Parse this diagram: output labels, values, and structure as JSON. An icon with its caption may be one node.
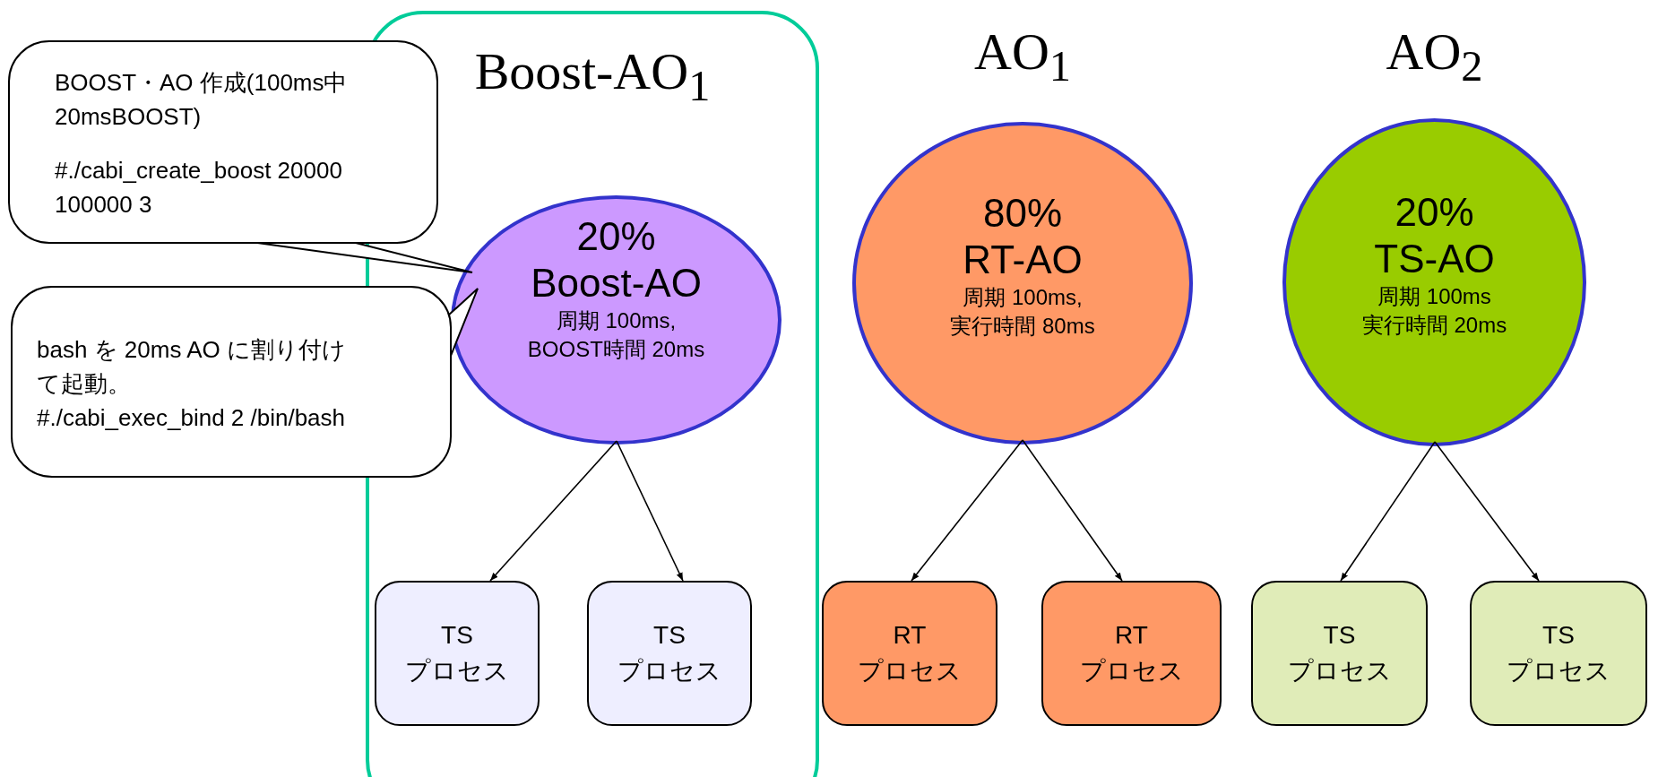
{
  "diagram": {
    "nodes": [
      {
        "text": [
          "Boost-AO$_{1}$"
        ]
      },
      {
        "text": [
          "BOOST・AO 作成(100ms中 20msBOOST)",
          "#./cabi_create_boost 20000 100000 3"
        ]
      },
      {
        "text": [
          "bash を 20ms AO に割り付けて起動。",
          "#./cabi_exec_bind 2 /bin/bash"
        ]
      },
      {
        "text": [
          "20%",
          "Boost-AO",
          "周期 100ms, BOOST時間 20ms"
        ],
        "in": 0
      },
      {
        "text": [
          "TS",
          "プロセス"
        ],
        "in": 0
      },
      {
        "text": [
          "TS",
          "プロセス"
        ],
        "in": 0
      },
      {
        "text": [
          "80%",
          "RT-AO",
          "周期 100ms, 実行時間 80ms"
        ],
        "beside": [
          "AO$_{1}$"
        ]
      },
      {
        "text": [
          "RT",
          "プロセス"
        ]
      },
      {
        "text": [
          "RT",
          "プロセス"
        ]
      },
      {
        "text": [
          "20%",
          "TS-AO",
          "周期 100ms 実行時間 20ms"
        ],
        "beside": [
          "AO$_{2}$"
        ]
      },
      {
        "text": [
          "TS",
          "プロセス"
        ]
      },
      {
        "text": [
          "TS",
          "プロセス"
        ]
      }
    ],
    "edges": [
      {
        "from": 1,
        "to": 3,
        "arrow": "none"
      },
      {
        "from": 2,
        "to": 3,
        "arrow": "none"
      },
      {
        "from": 3,
        "to": 4,
        "arrow": "to"
      },
      {
        "from": 3,
        "to": 5,
        "arrow": "to"
      },
      {
        "from": 6,
        "to": 7,
        "arrow": "to"
      },
      {
        "from": 6,
        "to": 8,
        "arrow": "to"
      },
      {
        "from": 9,
        "to": 10,
        "arrow": "to"
      },
      {
        "from": 9,
        "to": 11,
        "arrow": "to"
      }
    ]
  }
}
